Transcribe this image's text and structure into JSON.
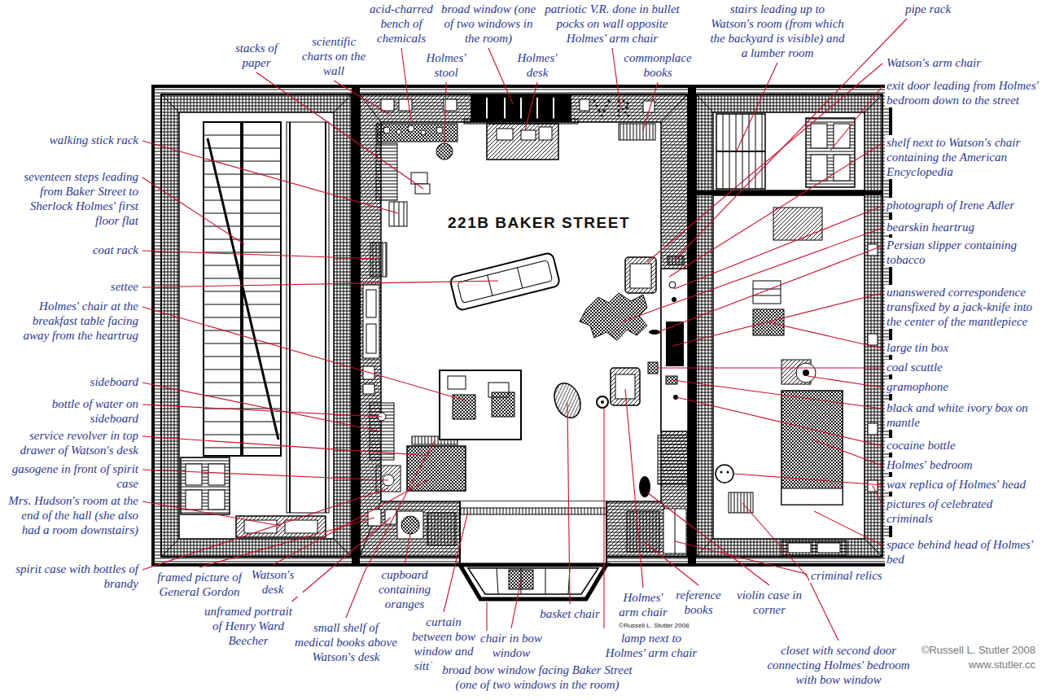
{
  "diagram": {
    "title": "221B BAKER STREET",
    "labels": [
      "stacks of paper",
      "scientific charts on the wall",
      "acid-charred bench of chemicals",
      "Holmes' stool",
      "broad window (one of two windows in the room)",
      "Holmes' desk",
      "patriotic V.R. done in bullet pocks on wall opposite Holmes' arm chair",
      "commonplace books",
      "stairs leading up to Watson's room (from which the backyard is visible) and a lumber room",
      "pipe rack",
      "walking stick rack",
      "seventeen steps leading from Baker Street to Sherlock Holmes' first floor flat",
      "coat rack",
      "settee",
      "Holmes' chair at the breakfast table facing away from the heartrug",
      "sideboard",
      "bottle of water on sideboard",
      "service revolver in top drawer of Watson's desk",
      "gasogene in front of spirit case",
      "Mrs. Hudson's room at the end of the hall (she also had a room downstairs)",
      "spirit case with bottles of brandy",
      "framed picture of General Gordon",
      "Watson's desk",
      "unframed portrait of Henry Ward Beecher",
      "small shelf of medical books above Watson's desk",
      "cupboard containing oranges",
      "curtain between bow window and sitting room",
      "chair in bow window",
      "broad bow window facing Baker Street (one of two windows in the room)",
      "basket chair",
      "Holmes' arm chair",
      "lamp next to Holmes' arm chair",
      "reference books",
      "violin case in corner",
      "closet with second door connecting Holmes' bedroom with bow window",
      "criminal relics",
      "Watson's arm chair",
      "exit door leading from Holmes' bedroom down to the street",
      "shelf next to Watson's chair containing the American Encyclopedia",
      "photograph of Irene Adler",
      "bearskin heartrug",
      "Persian slipper containing tobacco",
      "unanswered correspondence transfixed by a jack-knife into the center of the mantlepiece",
      "large tin box",
      "coal scuttle",
      "gramophone",
      "black and white ivory box on mantle",
      "cocaine bottle",
      "Holmes' bedroom",
      "wax replica of Holmes' head",
      "pictures of celebrated criminals",
      "space behind head of Holmes' bed",
      "©Russell L. Stutler 2008",
      "©Russell L. Stutler 2008",
      "www.stutler.cc"
    ]
  }
}
